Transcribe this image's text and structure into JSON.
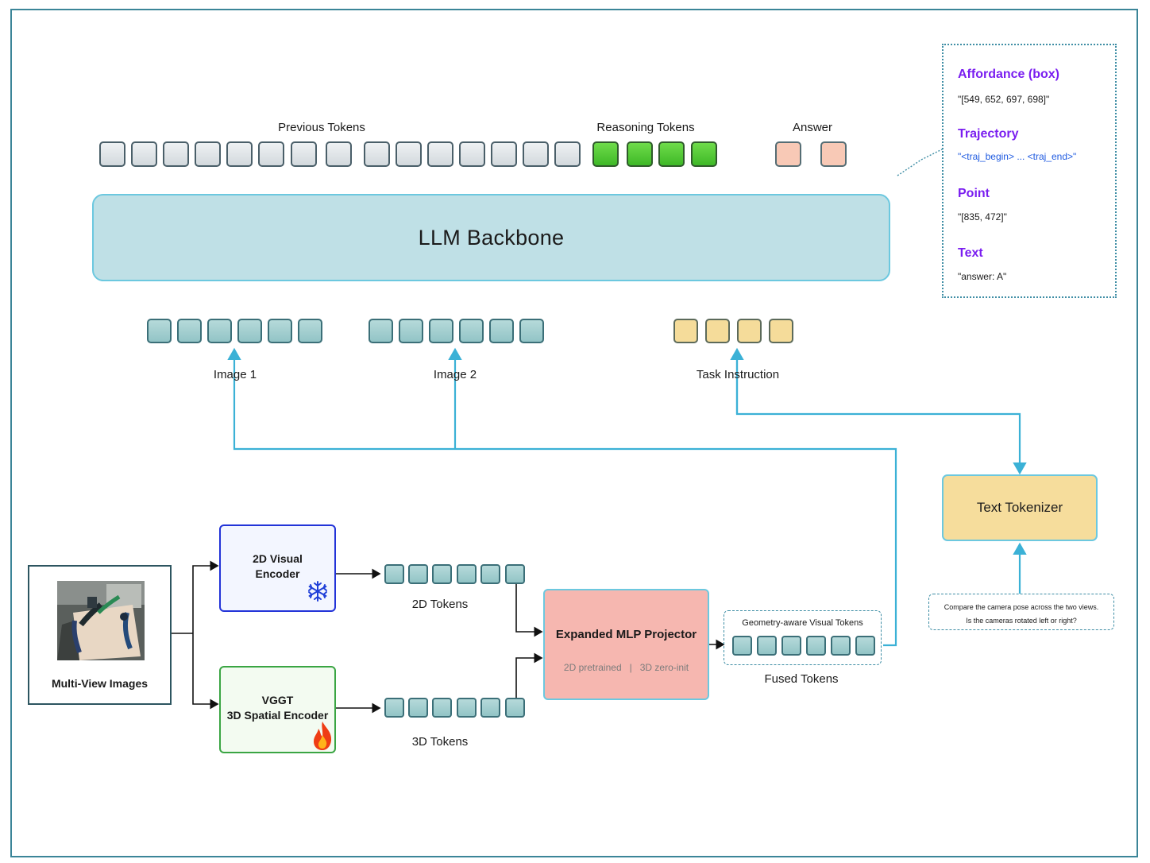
{
  "top": {
    "previous_tokens_label": "Previous Tokens",
    "reasoning_tokens_label": "Reasoning Tokens",
    "answer_label": "Answer"
  },
  "llm": {
    "label": "LLM Backbone"
  },
  "inputs": {
    "image1_label": "Image 1",
    "image2_label": "Image 2",
    "task_instruction_label": "Task Instruction"
  },
  "outputs": {
    "affordance_title": "Affordance (box)",
    "affordance_value": "\"[549, 652, 697, 698]\"",
    "trajectory_title": "Trajectory",
    "trajectory_value": "\"<traj_begin> ... <traj_end>\"",
    "point_title": "Point",
    "point_value": "\"[835, 472]\"",
    "text_title": "Text",
    "text_value": "\"answer: A\""
  },
  "text_tokenizer": {
    "label": "Text Tokenizer"
  },
  "prompt": {
    "line1": "Compare the camera pose across the two views.",
    "line2": "Is the cameras rotated left or right?"
  },
  "multiview": {
    "label": "Multi-View Images"
  },
  "encoder_2d": {
    "line1": "2D Visual",
    "line2": "Encoder",
    "icon": "snowflake-icon"
  },
  "encoder_3d": {
    "line1": "VGGT",
    "line2": "3D Spatial Encoder",
    "icon": "flame-icon"
  },
  "tokens_2d_label": "2D Tokens",
  "tokens_3d_label": "3D Tokens",
  "projector": {
    "title": "Expanded MLP Projector",
    "subtitle": "2D pretrained   |   3D zero-init"
  },
  "geometry_tokens_label": "Geometry-aware Visual Tokens",
  "fused_tokens_label": "Fused Tokens",
  "colors": {
    "border": "#3b8598",
    "wire": "#3bb1d6",
    "output_title": "#7a1ef0",
    "output_blue": "#1e5ae0",
    "reasoning_token": "#4cc534",
    "answer_token": "#f8c9b6",
    "visual_token": "#a5cfd0",
    "instruction_token": "#f5dc9a",
    "llm_fill": "#bfe0e6",
    "projector_fill": "#f6b7b0",
    "tokenizer_fill": "#f6dd9c"
  }
}
